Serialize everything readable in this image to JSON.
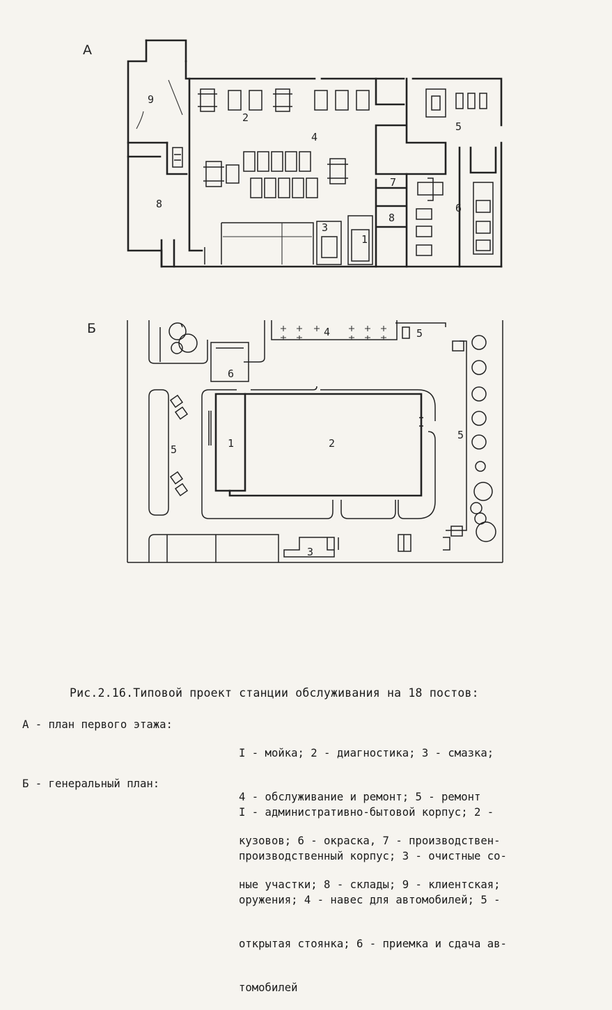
{
  "plan_a": {
    "letter": "А",
    "rooms": [
      "1",
      "2",
      "3",
      "4",
      "5",
      "6",
      "7",
      "8",
      "9"
    ]
  },
  "plan_b": {
    "letter": "Б",
    "zones": [
      "1",
      "2",
      "3",
      "4",
      "5",
      "5",
      "5",
      "6"
    ]
  },
  "caption": "Рис.2.16.Типовой проект станции обслуживания на 18 постов:",
  "legend": {
    "a_key": "А - план первого этажа:",
    "a_lines": [
      "I - мойка; 2 - диагностика; 3 - смазка;",
      "4 - обслуживание и ремонт; 5 - ремонт",
      "кузовов; 6 - окраска, 7 - производствен-",
      "ные участки; 8 - склады; 9 - клиентская;"
    ],
    "b_key": "Б - генеральный план:",
    "b_lines": [
      "I - административно-бытовой корпус; 2 -",
      "производственный корпус; 3 - очистные со-",
      "оружения; 4 - навес для автомобилей; 5 -",
      "открытая стоянка; 6 - приемка и сдача ав-",
      "томобилей"
    ]
  }
}
